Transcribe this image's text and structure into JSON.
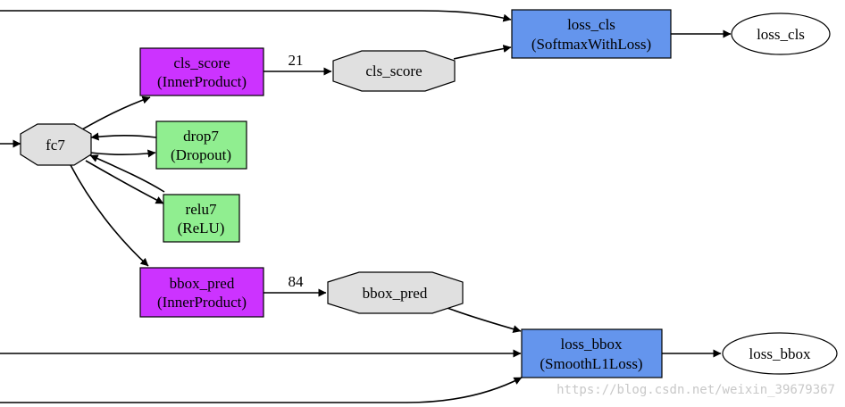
{
  "nodes": {
    "fc7": {
      "label": "fc7",
      "fill": "#e0e0e0"
    },
    "cls_score_layer": {
      "name": "cls_score",
      "type": "(InnerProduct)",
      "fill": "#cc33ff"
    },
    "cls_score_blob": {
      "label": "cls_score",
      "fill": "#e0e0e0"
    },
    "drop7": {
      "name": "drop7",
      "type": "(Dropout)",
      "fill": "#90ee90"
    },
    "relu7": {
      "name": "relu7",
      "type": "(ReLU)",
      "fill": "#90ee90"
    },
    "bbox_pred_layer": {
      "name": "bbox_pred",
      "type": "(InnerProduct)",
      "fill": "#cc33ff"
    },
    "bbox_pred_blob": {
      "label": "bbox_pred",
      "fill": "#e0e0e0"
    },
    "loss_cls_layer": {
      "name": "loss_cls",
      "type": "(SoftmaxWithLoss)",
      "fill": "#6495ed"
    },
    "loss_cls_blob": {
      "label": "loss_cls",
      "fill": "#ffffff"
    },
    "loss_bbox_layer": {
      "name": "loss_bbox",
      "type": "(SmoothL1Loss)",
      "fill": "#6495ed"
    },
    "loss_bbox_blob": {
      "label": "loss_bbox",
      "fill": "#ffffff"
    }
  },
  "edge_labels": {
    "cls_score_out": "21",
    "bbox_pred_out": "84"
  },
  "watermark": "https://blog.csdn.net/weixin_39679367"
}
